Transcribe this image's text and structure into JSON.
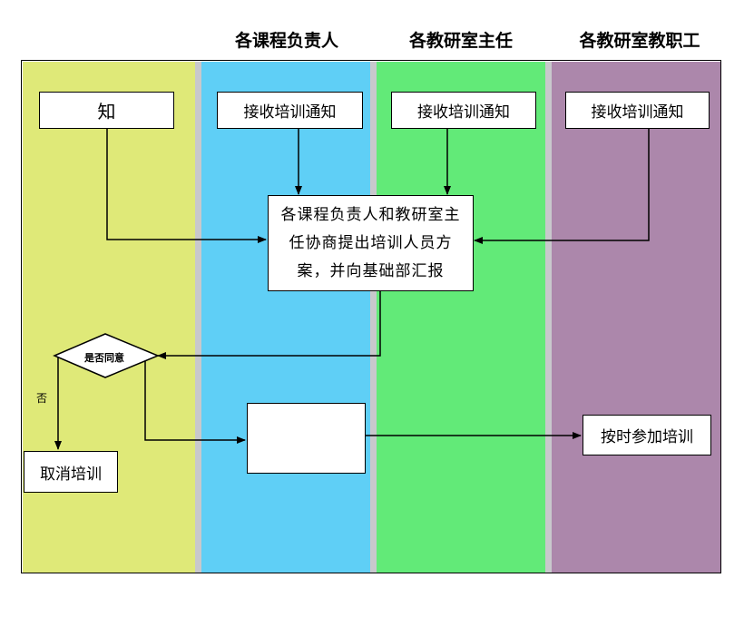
{
  "headers": {
    "lane2": "各课程负责人",
    "lane3": "各教研室主任",
    "lane4": "各教研室教职工"
  },
  "colors": {
    "lane1": "#dfe978",
    "lane2": "#5fcff6",
    "lane3": "#62ea78",
    "lane4": "#ac87ab",
    "separator": "#c8c8cc"
  },
  "nodes": {
    "notice_lane1": "知",
    "receive_lane2": "接收培训通知",
    "receive_lane3": "接收培训通知",
    "receive_lane4": "接收培训通知",
    "consult": "各课程负责人和教研室主任协商提出培训人员方案，并向基础部汇报",
    "decision": "是否同意",
    "decision_no": "否",
    "cancel": "取消培训",
    "empty_box": "",
    "attend": "按时参加培训"
  }
}
